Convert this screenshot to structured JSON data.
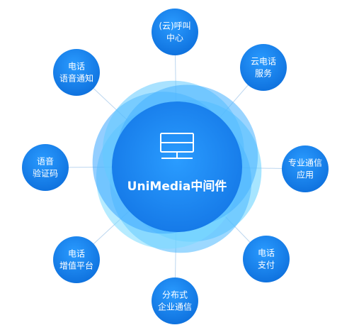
{
  "center": {
    "title": "UniMedia中间件",
    "icon": "server-rack-icon"
  },
  "nodes": [
    {
      "id": "cloud-call-center",
      "lines": [
        "(云)呼叫",
        "中心"
      ]
    },
    {
      "id": "cloud-phone-service",
      "lines": [
        "云电话",
        "服务"
      ]
    },
    {
      "id": "pro-comm-app",
      "lines": [
        "专业通信",
        "应用"
      ]
    },
    {
      "id": "phone-payment",
      "lines": [
        "电话",
        "支付"
      ]
    },
    {
      "id": "distributed-enterprise",
      "lines": [
        "分布式",
        "企业通信"
      ]
    },
    {
      "id": "phone-vas-platform",
      "lines": [
        "电话",
        "增值平台"
      ]
    },
    {
      "id": "voice-verification",
      "lines": [
        "语音",
        "验证码"
      ]
    },
    {
      "id": "phone-voice-notify",
      "lines": [
        "电话",
        "语音通知"
      ]
    }
  ],
  "colors": {
    "node": "#1a8cf0",
    "node_dark": "#0f74dc",
    "connector": "#bcd6ef",
    "petal_light": "#66d2ff",
    "petal_mid": "#3fa9ff",
    "core": "#1e8ff5",
    "core_dark": "#1478e6",
    "text": "#ffffff"
  }
}
